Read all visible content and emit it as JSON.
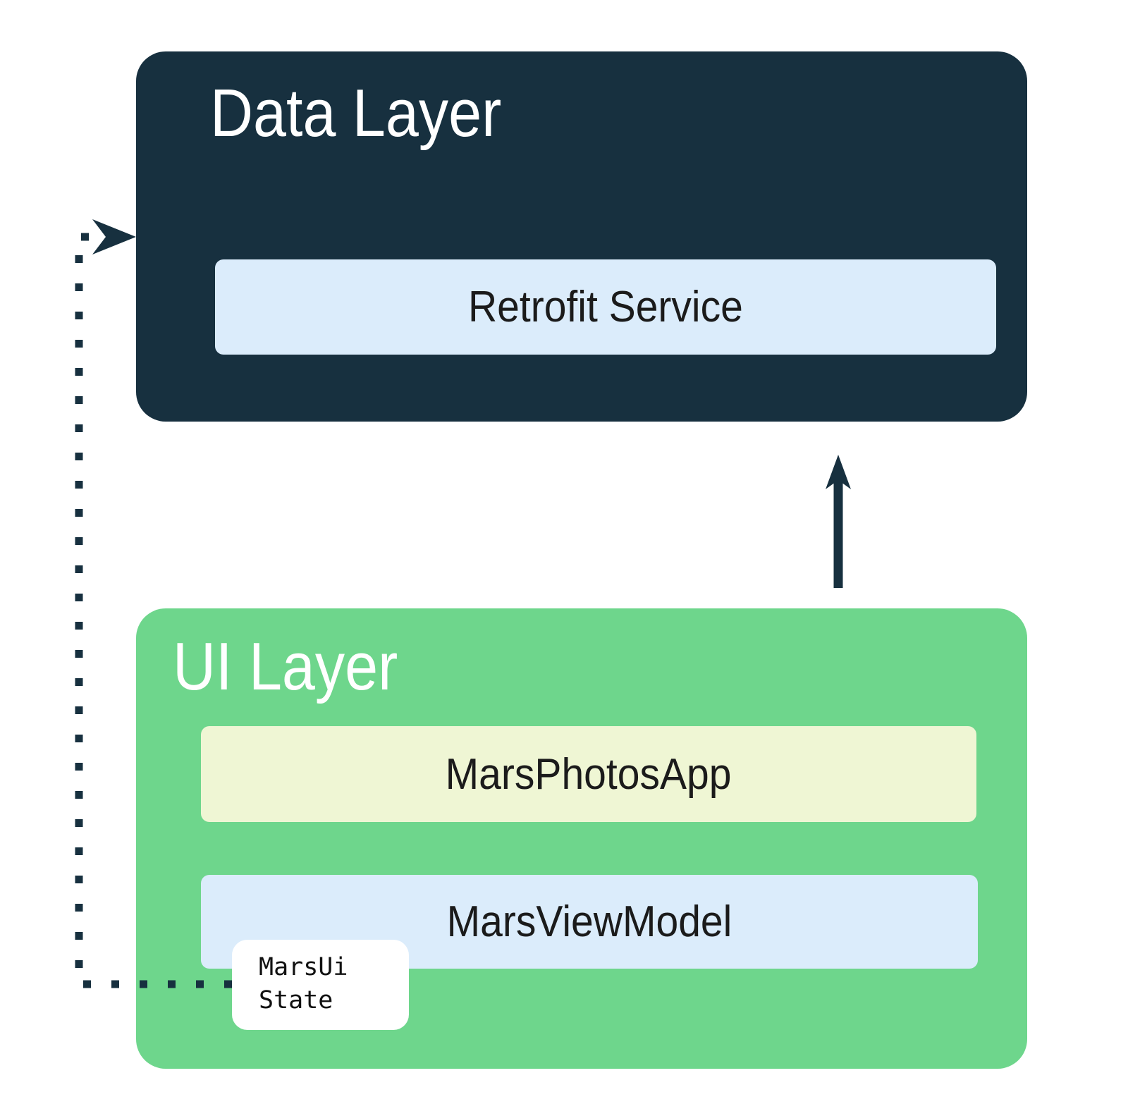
{
  "diagram": {
    "data_layer": {
      "label": "Data Layer",
      "bg_color": "#17303F",
      "label_color": "#FFFFFF"
    },
    "retrofit_service": {
      "label": "Retrofit Service",
      "bg_color": "#DBECFB",
      "label_color": "#1B1B1B"
    },
    "ui_layer": {
      "label": "UI Layer",
      "bg_color": "#6ED68C",
      "label_color": "#FFFFFF"
    },
    "mars_photos_app": {
      "label": "MarsPhotosApp",
      "bg_color": "#EFF6D4",
      "label_color": "#1B1B1B"
    },
    "mars_view_model": {
      "label": "MarsViewModel",
      "bg_color": "#DBECFB",
      "label_color": "#1B1B1B"
    },
    "mars_ui_state": {
      "label": "MarsUi\nState",
      "bg_color": "#FFFFFF",
      "label_color": "#111111"
    },
    "arrows": {
      "solid_up_arrow": {
        "style": "solid",
        "color": "#17303F",
        "from": "UI Layer",
        "to": "Data Layer"
      },
      "dotted_arrow": {
        "style": "dotted",
        "color": "#17303F",
        "from": "MarsUi State",
        "to": "Data Layer"
      }
    }
  }
}
